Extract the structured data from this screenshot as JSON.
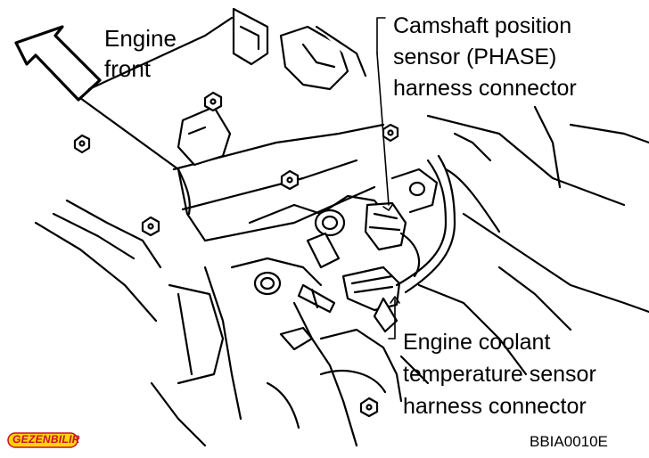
{
  "labels": {
    "engine_front": [
      "Engine",
      "front"
    ],
    "camshaft_sensor": [
      "Camshaft position",
      "sensor (PHASE)",
      "harness connector"
    ],
    "coolant_sensor": [
      "Engine coolant",
      "temperature sensor",
      "harness connector"
    ],
    "figure_code": "BBIA0010E"
  },
  "watermark": {
    "text": "GEZENBILIR",
    "color": "#c8102e"
  },
  "colors": {
    "line": "#000000",
    "background": "#ffffff"
  }
}
